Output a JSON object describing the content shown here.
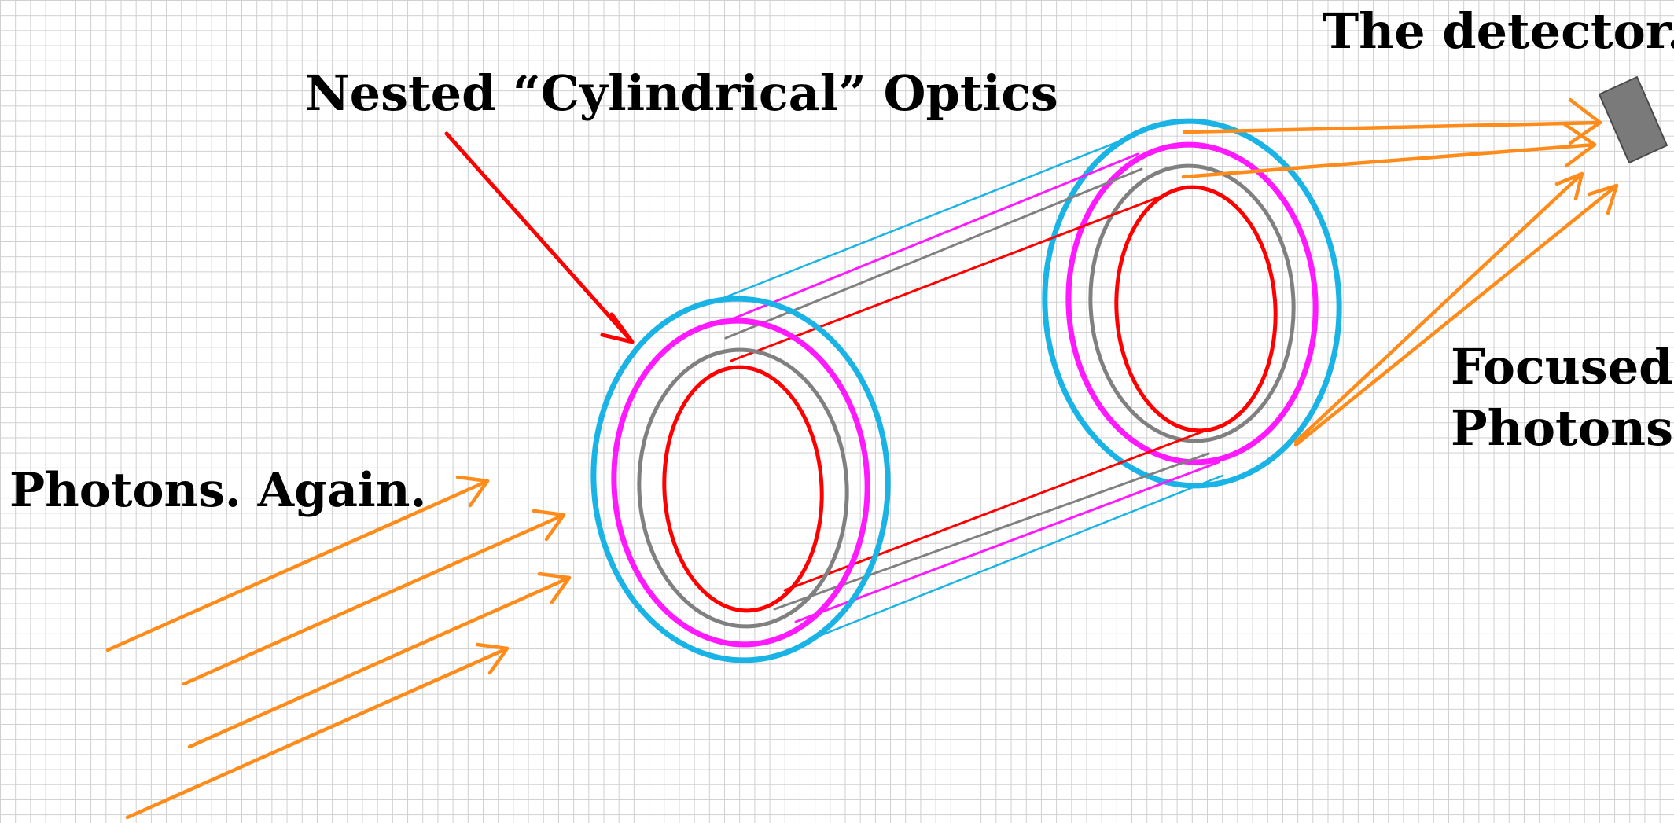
{
  "labels": {
    "optics_title": "Nested “Cylindrical” Optics",
    "detector": "The detector.",
    "incoming": "Photons. Again.",
    "focused_line1": "Focused",
    "focused_line2": "Photons"
  },
  "colors": {
    "outer_shell": "#1ab3e6",
    "second_shell": "#ff19ff",
    "third_shell": "#808080",
    "inner_shell": "#ff0000",
    "photons": "#ff8c1a",
    "pointer_arrow": "#ff0000",
    "detector_fill": "#7a7a7a",
    "grid": "#cfcfcf"
  },
  "icons": {
    "detector": "detector-rectangle-icon",
    "photon": "arrow-icon"
  }
}
